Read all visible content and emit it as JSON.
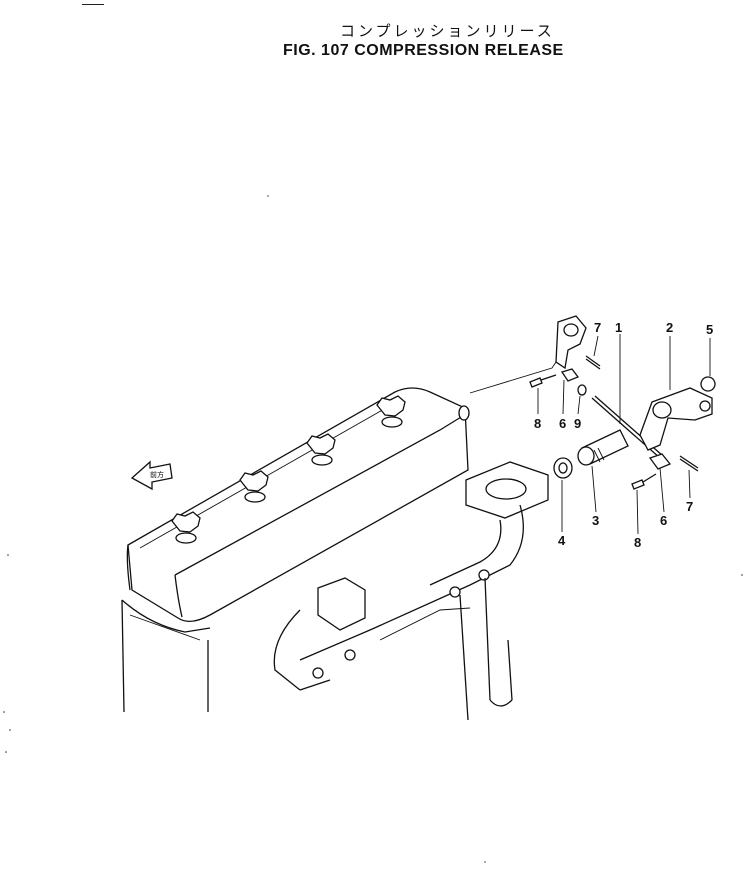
{
  "title_jp": "コンプレッションリリース",
  "title_en": "FIG. 107  COMPRESSION RELEASE",
  "front_marker": "前方",
  "callouts": {
    "c1": "1",
    "c2": "2",
    "c3": "3",
    "c4": "4",
    "c5": "5",
    "c6a": "6",
    "c6b": "6",
    "c7a": "7",
    "c7b": "7",
    "c8a": "8",
    "c8b": "8",
    "c9": "9"
  }
}
